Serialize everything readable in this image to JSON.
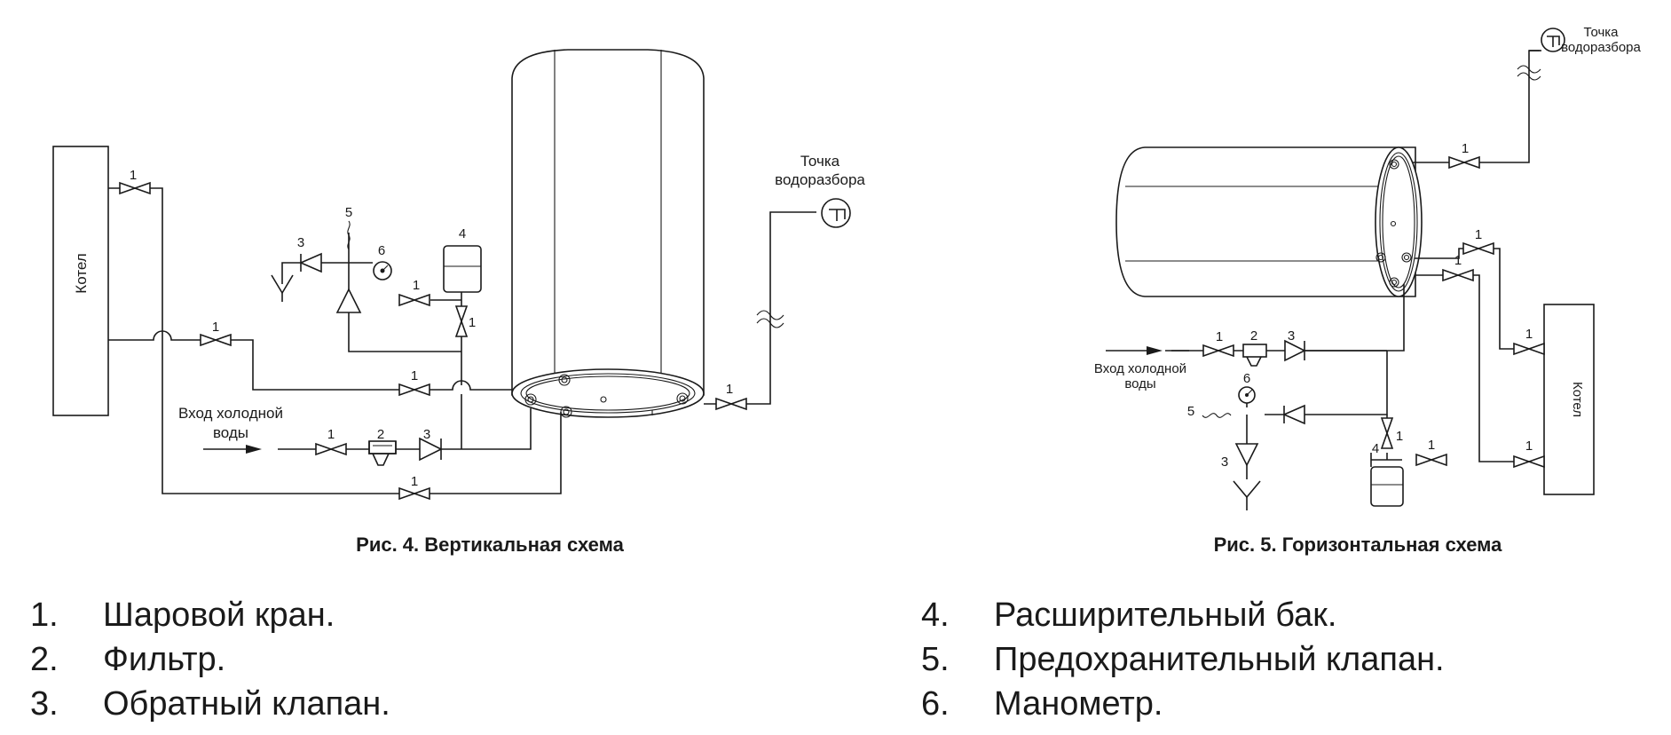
{
  "vertical": {
    "caption": "Рис. 4. Вертикальная схема",
    "boiler_label": "Котел",
    "water_point_label_1": "Точка",
    "water_point_label_2": "водоразбора",
    "cold_inlet_label_1": "Вход холодной",
    "cold_inlet_label_2": "воды",
    "n1": "1",
    "n2": "2",
    "n3": "3",
    "n4": "4",
    "n5": "5",
    "n6": "6"
  },
  "horizontal": {
    "caption": "Рис. 5. Горизонтальная схема",
    "boiler_label": "Котел",
    "water_point_label_1": "Точка",
    "water_point_label_2": "водоразбора",
    "cold_inlet_label_1": "Вход холодной",
    "cold_inlet_label_2": "воды",
    "n1": "1",
    "n2": "2",
    "n3": "3",
    "n4": "4",
    "n5": "5",
    "n6": "6"
  },
  "legend": {
    "items": [
      {
        "num": "1.",
        "text": "Шаровой кран."
      },
      {
        "num": "2.",
        "text": "Фильтр."
      },
      {
        "num": "3.",
        "text": "Обратный клапан."
      },
      {
        "num": "4.",
        "text": "Расширительный бак."
      },
      {
        "num": "5.",
        "text": "Предохранительный клапан."
      },
      {
        "num": "6.",
        "text": "Манометр."
      }
    ]
  }
}
